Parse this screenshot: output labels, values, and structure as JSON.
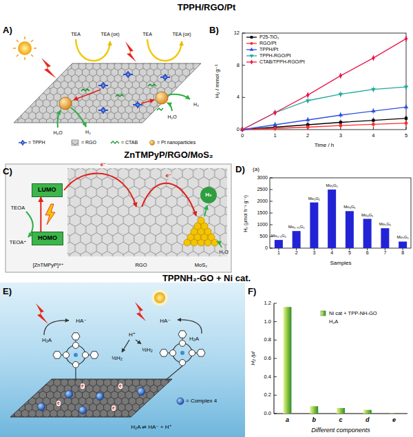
{
  "diagram": {
    "nodes": [
      {
        "text": [
          "LUMO"
        ]
      },
      {
        "text": [
          "HOMO"
        ]
      }
    ],
    "edges": [
      {
        "from": 1,
        "to": 0,
        "arrow": "to"
      }
    ],
    "labels": [
      "TPPH/RGO/Pt",
      "A)",
      "B)",
      "TEA",
      "TEA (ox)",
      "TEA",
      "TEA (ox)",
      "H₂O",
      "H₂",
      "H₂O",
      "H₂",
      "H₂ / mmol g⁻¹",
      "Time / h",
      "0",
      "4",
      "8",
      "12",
      "0",
      "1",
      "2",
      "3",
      "4",
      "5",
      "ZnTMPyP/RGO/MoS₂",
      "C)",
      "D)",
      "TEOA",
      "TEOA⁺",
      "e⁻",
      "e⁻",
      "[ZnTMPyP]⁴⁺",
      "RGO",
      "MoS₂",
      "H₂O",
      "H₂",
      "(a)",
      "H₂ (μmol h⁻¹ g⁻¹)",
      "0",
      "500",
      "1000",
      "1500",
      "2000",
      "2500",
      "3000",
      "1",
      "2",
      "3",
      "4",
      "5",
      "6",
      "7",
      "8",
      "Samples",
      "Mo₀.₅G₁",
      "Mo₀.₇₅G₁",
      "Mo₁G₁",
      "Mo₂G₁",
      "Mo₃G₁",
      "Mo₄G₁",
      "Mo₅G₁",
      "Mo₇G₁",
      "TPPNH₂-GO + Ni cat.",
      "E)",
      "F)",
      "HA⁻",
      "H₂A",
      "H⁺",
      "½H₂",
      "½H₂",
      "HA⁻",
      "H₂A",
      "e",
      "e",
      "e",
      "e",
      "H₂A ⇌ HA⁻ + H⁺",
      "H₂ /μl",
      "0.0",
      "0.2",
      "0.4",
      "0.6",
      "0.8",
      "1.0",
      "1.2",
      "a",
      "b",
      "c",
      "d",
      "e",
      "Different components",
      "Ni cat + TPP-NH-GO",
      "H₂A"
    ],
    "legend": [
      {
        "text": "= TPPH"
      },
      {
        "text": "= RGO"
      },
      {
        "text": "= CTAB"
      },
      {
        "text": "= Pt nanoparticles"
      },
      {
        "text": "P25-TiO₂"
      },
      {
        "text": "RGO/Pt"
      },
      {
        "text": "TPPH/Pt"
      },
      {
        "text": "TPPH-RGO/Pt"
      },
      {
        "text": "CTAB/TPPH-RGO/Pt"
      },
      {
        "text": "= Complex 4"
      }
    ]
  }
}
